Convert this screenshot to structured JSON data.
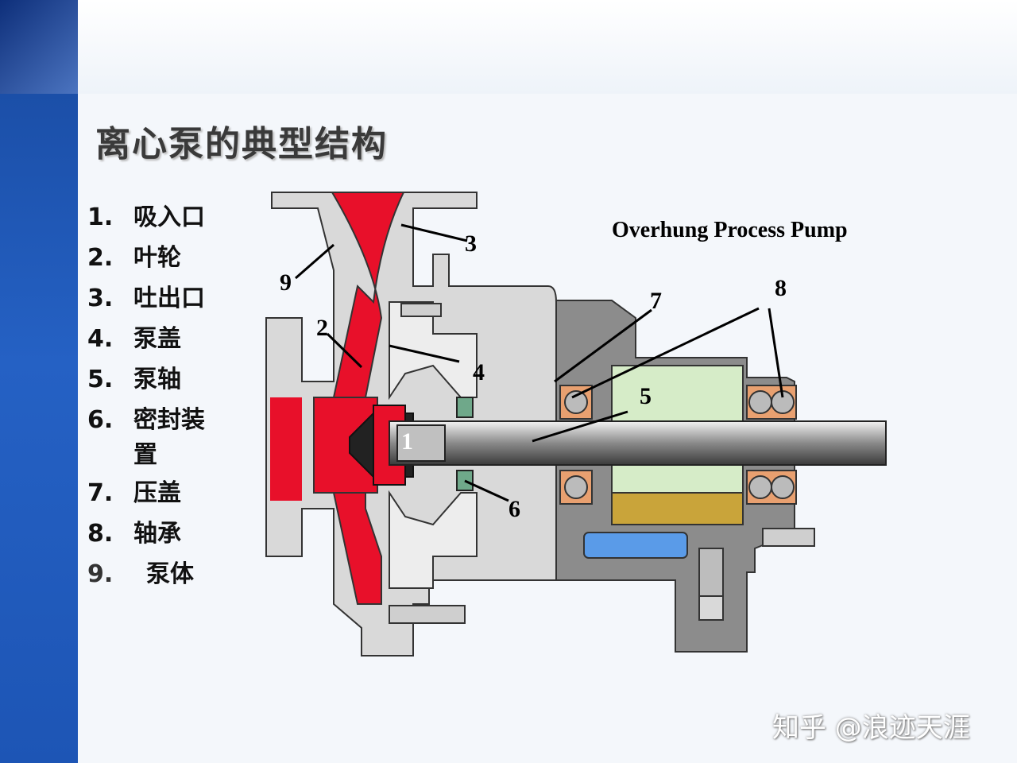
{
  "slide": {
    "title": "离心泵的典型结构"
  },
  "legend": [
    {
      "num": "1.",
      "label": "吸入口"
    },
    {
      "num": "2.",
      "label": "叶轮"
    },
    {
      "num": "3.",
      "label": "吐出口"
    },
    {
      "num": "4.",
      "label": "泵盖"
    },
    {
      "num": "5.",
      "label": "泵轴"
    },
    {
      "num": "6.",
      "label": "密封装置"
    },
    {
      "num": "7.",
      "label": "压盖"
    },
    {
      "num": "8.",
      "label": "轴承"
    },
    {
      "num": "9.",
      "label": "泵体"
    }
  ],
  "diagram": {
    "title": "Overhung Process Pump",
    "callouts": [
      "1",
      "2",
      "3",
      "4",
      "5",
      "6",
      "7",
      "8",
      "9"
    ]
  },
  "watermark": {
    "text": "知乎 @浪迹天涯"
  },
  "colors": {
    "sidebar": "#1d55b5",
    "pump_fluid": "#e8102a",
    "casing": "#d9d9d9",
    "bearing_housing": "#8c8c8c",
    "bearing_chamber": "#d6ecc8",
    "oil": "#c9a43a",
    "oil_window": "#5a9be8",
    "bearing": "#e8a070"
  }
}
